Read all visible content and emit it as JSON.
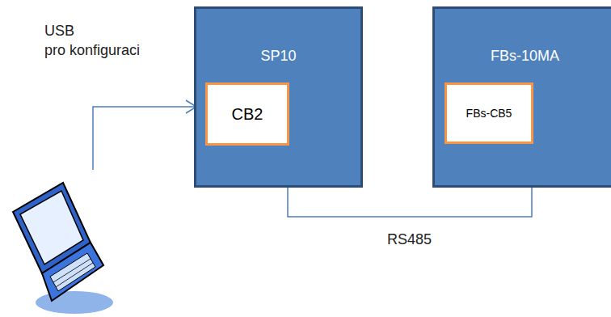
{
  "diagram": {
    "nodes": [
      {
        "text": [
          "SP10"
        ]
      },
      {
        "text": [
          "CB2"
        ],
        "in": 0
      },
      {
        "text": [
          "FBs-10MA"
        ]
      },
      {
        "text": [
          "FBs-CB5"
        ],
        "in": 2
      }
    ],
    "edges": [
      {
        "from": 1,
        "to": 3,
        "arrow": "none",
        "label": "RS485"
      }
    ],
    "labels": [
      "USB",
      "pro konfiguraci"
    ]
  }
}
